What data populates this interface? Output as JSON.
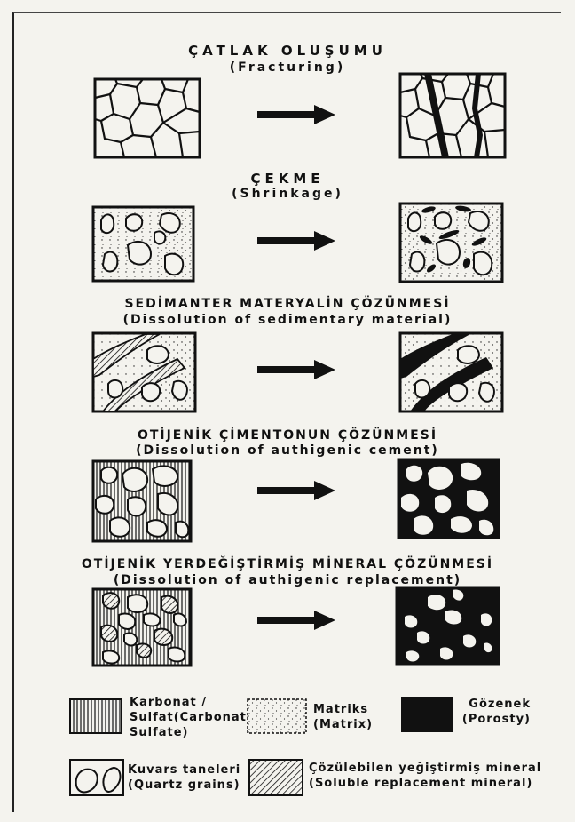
{
  "sections": [
    {
      "title": "ÇATLAK OLUŞUMU",
      "subtitle": "(Fracturing)"
    },
    {
      "title": "ÇEKME",
      "subtitle": "(Shrinkage)"
    },
    {
      "title": "SEDİMANTER MATERYALİN ÇÖZÜNMESİ",
      "subtitle": "(Dissolution of sedimentary material)"
    },
    {
      "title": "OTİJENİK ÇİMENTONUN ÇÖZÜNMESİ",
      "subtitle": "(Dissolution of authigenic cement)"
    },
    {
      "title": "OTİJENİK YERDEĞİŞTİRMİŞ MİNERAL ÇÖZÜNMESİ",
      "subtitle": "(Dissolution of authigenic replacement)"
    }
  ],
  "legend": {
    "carbonate": {
      "line1": "Karbonat /",
      "line2": "Sulfat(Carbonate",
      "line3": "Sulfate)"
    },
    "matrix": {
      "line1": "Matriks",
      "line2": "(Matrix)"
    },
    "porosity": {
      "line1": "Gözenek",
      "line2": "(Porosty)"
    },
    "quartz": {
      "line1": "Kuvars taneleri",
      "line2": "(Quartz grains)"
    },
    "replacement": {
      "line1": "Çözülebilen yeğiştirmiş mineral",
      "line2": "(Soluble replacement mineral)"
    }
  }
}
